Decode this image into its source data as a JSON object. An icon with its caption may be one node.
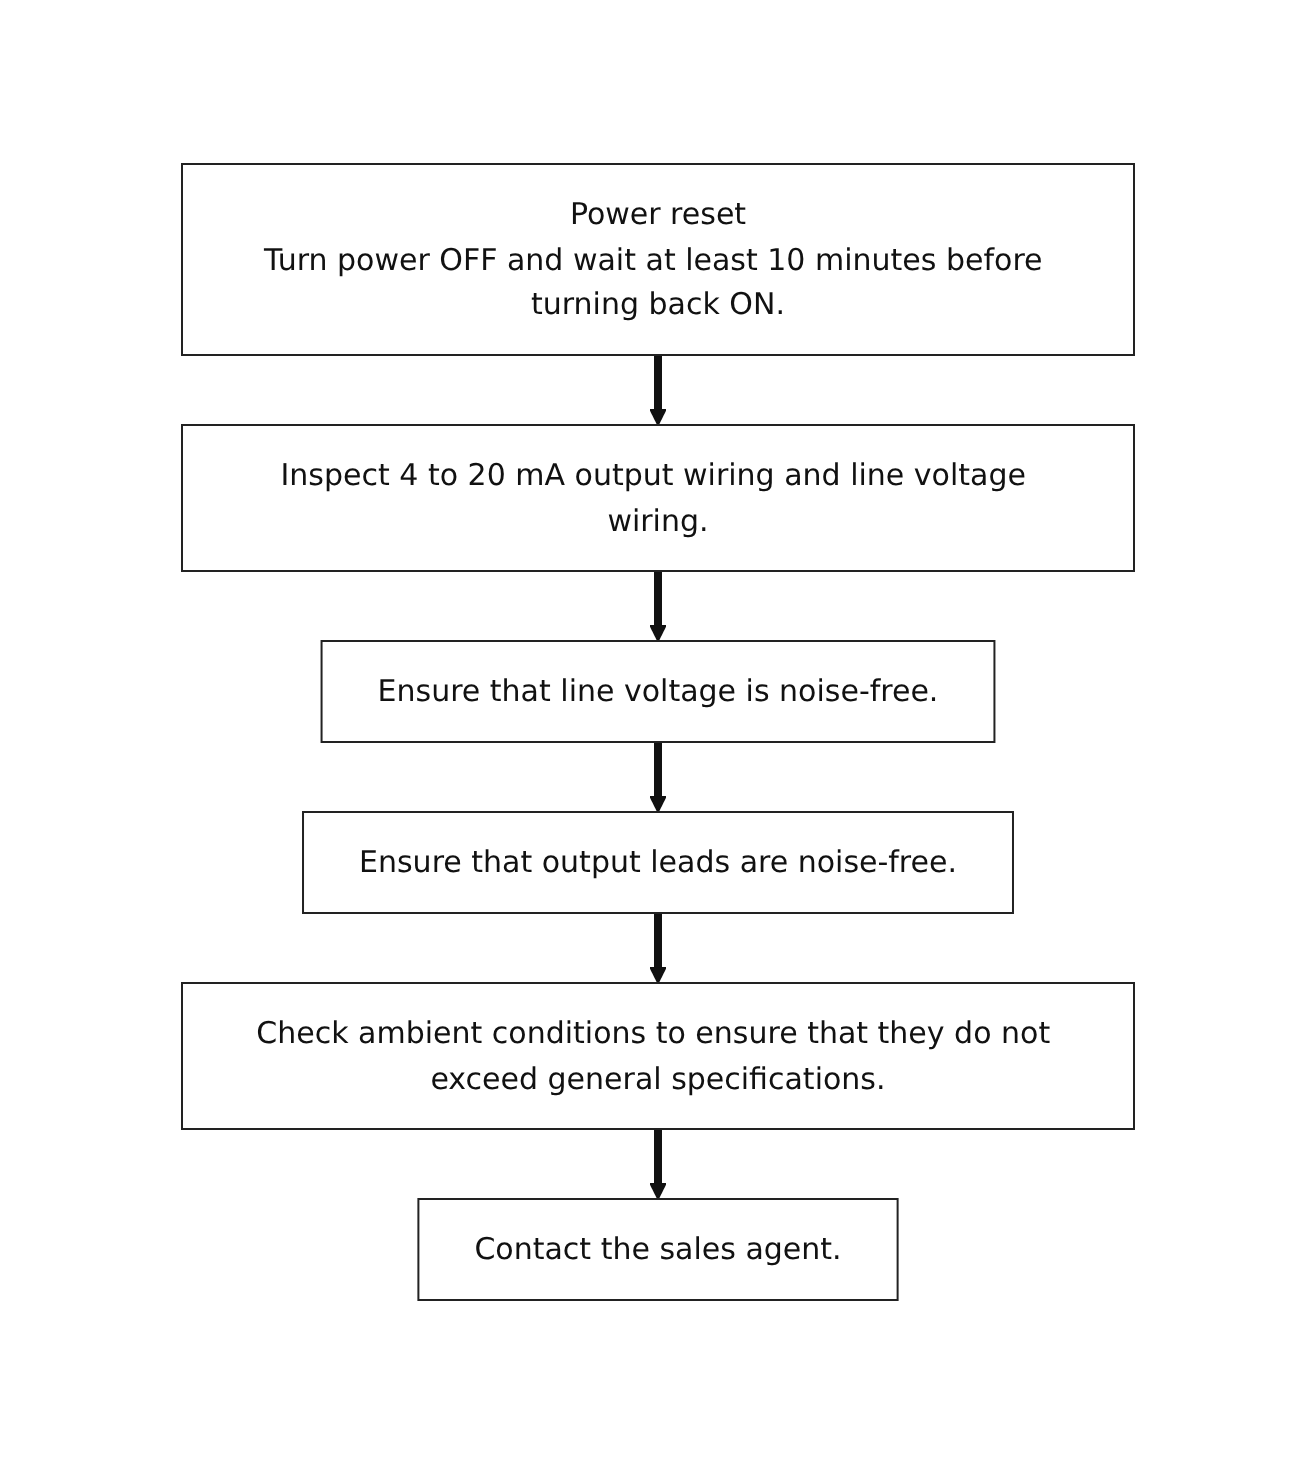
{
  "diagram": {
    "nodes": [
      {
        "text": [
          "Power reset",
          "Turn power OFF and wait at least 10 minutes before turning back ON."
        ]
      },
      {
        "text": [
          "Inspect 4 to 20 mA output wiring and line voltage wiring."
        ]
      },
      {
        "text": [
          "Ensure that line voltage is noise-free."
        ]
      },
      {
        "text": [
          "Ensure that output leads are noise-free."
        ]
      },
      {
        "text": [
          "Check ambient conditions to ensure that they do not exceed general specifications."
        ]
      },
      {
        "text": [
          "Contact the sales agent."
        ]
      }
    ],
    "edges": [
      {
        "from": 0,
        "to": 1,
        "arrow": "to"
      },
      {
        "from": 1,
        "to": 2,
        "arrow": "to"
      },
      {
        "from": 2,
        "to": 3,
        "arrow": "to"
      },
      {
        "from": 3,
        "to": 4,
        "arrow": "to"
      },
      {
        "from": 4,
        "to": 5,
        "arrow": "to"
      }
    ]
  }
}
